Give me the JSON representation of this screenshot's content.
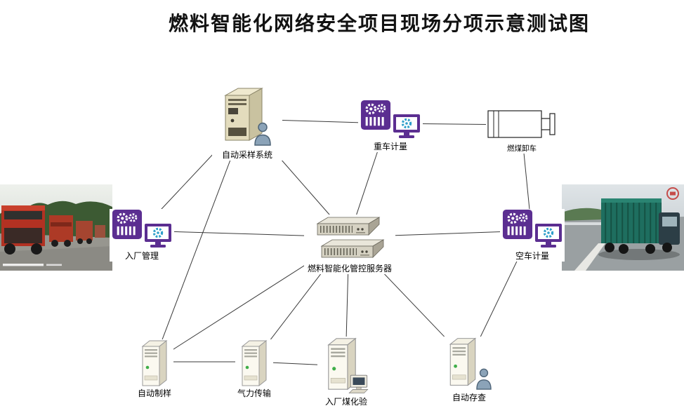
{
  "title": "燃料智能化网络安全项目现场分项示意测试图",
  "nodes": {
    "auto_sampling": {
      "label": "自动采样系统"
    },
    "heavy_truck_weighing": {
      "label": "重车计量"
    },
    "coal_unloading": {
      "label": "燃煤卸车"
    },
    "entry_management": {
      "label": "入厂管理"
    },
    "central_server": {
      "label": "燃料智能化管控服务器"
    },
    "empty_truck_weighing": {
      "label": "空车计量"
    },
    "auto_sample_prep": {
      "label": "自动制样"
    },
    "pneumatic_transmission": {
      "label": "气力传输"
    },
    "entry_coal_assay": {
      "label": "入厂煤化验"
    },
    "auto_archive": {
      "label": "自动存查"
    }
  },
  "edges": [
    [
      "auto_sampling",
      "heavy_truck_weighing"
    ],
    [
      "heavy_truck_weighing",
      "coal_unloading"
    ],
    [
      "coal_unloading",
      "empty_truck_weighing"
    ],
    [
      "heavy_truck_weighing",
      "central_server"
    ],
    [
      "auto_sampling",
      "entry_management"
    ],
    [
      "auto_sampling",
      "central_server"
    ],
    [
      "auto_sampling",
      "auto_sample_prep"
    ],
    [
      "entry_management",
      "central_server"
    ],
    [
      "central_server",
      "empty_truck_weighing"
    ],
    [
      "central_server",
      "entry_coal_assay"
    ],
    [
      "central_server",
      "auto_sample_prep"
    ],
    [
      "central_server",
      "pneumatic_transmission"
    ],
    [
      "central_server",
      "auto_archive"
    ],
    [
      "empty_truck_weighing",
      "auto_archive"
    ],
    [
      "auto_sample_prep",
      "pneumatic_transmission"
    ],
    [
      "pneumatic_transmission",
      "entry_coal_assay"
    ]
  ],
  "colors": {
    "icon_purple": "#5b2e91",
    "gear_teal": "#2f9fca",
    "led_green": "#3fae49",
    "line_black": "#3a3a3a"
  }
}
